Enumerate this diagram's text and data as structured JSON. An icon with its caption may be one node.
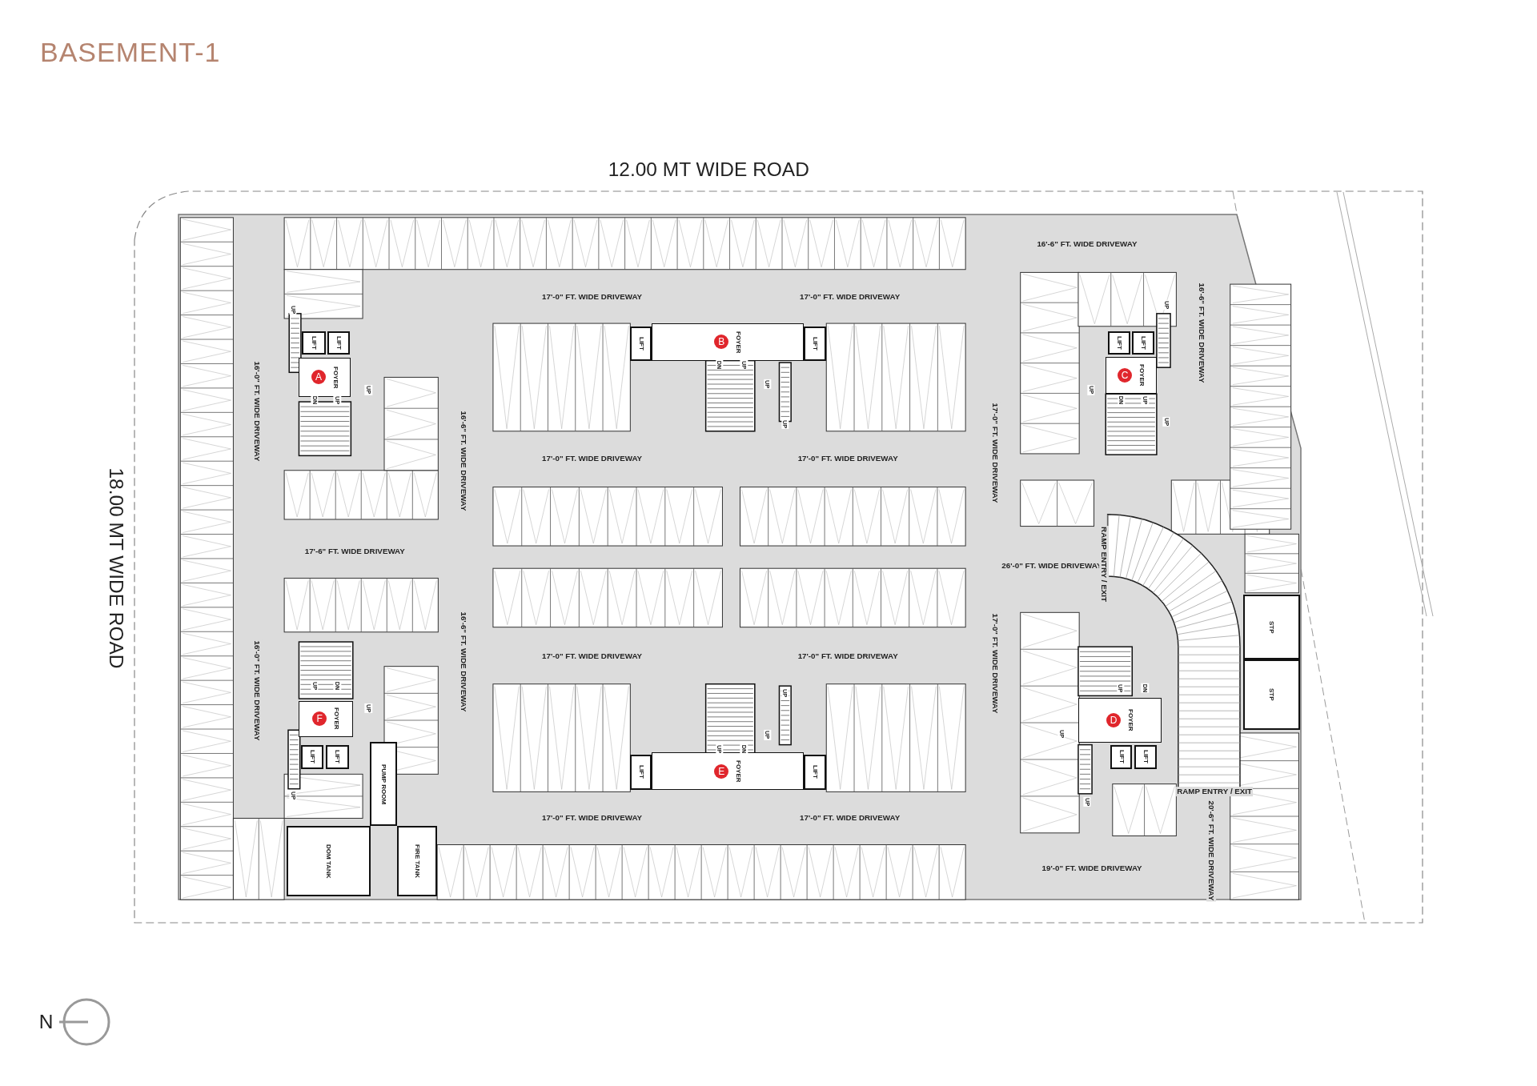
{
  "diagram": {
    "title": "BASEMENT-1",
    "nodes": [
      {
        "text": [
          "LIFT"
        ]
      },
      {
        "text": [
          "LIFT"
        ]
      },
      {
        "text": [
          "LIFT"
        ]
      },
      {
        "text": [
          "B",
          "FOYER"
        ]
      },
      {
        "text": [
          "LIFT"
        ]
      },
      {
        "text": [
          "LIFT"
        ]
      },
      {
        "text": [
          "LIFT"
        ]
      },
      {
        "text": [
          "A",
          "FOYER"
        ]
      },
      {
        "text": [
          "C",
          "FOYER"
        ]
      },
      {
        "text": [
          "STP"
        ]
      },
      {
        "text": [
          "STP"
        ]
      },
      {
        "text": [
          "D",
          "FOYER"
        ]
      },
      {
        "text": [
          "F",
          "FOYER"
        ]
      },
      {
        "text": [
          "PUMP ROOM"
        ]
      },
      {
        "text": [
          "LIFT"
        ]
      },
      {
        "text": [
          "LIFT"
        ]
      },
      {
        "text": [
          "LIFT"
        ]
      },
      {
        "text": [
          "LIFT"
        ]
      },
      {
        "text": [
          "LIFT"
        ]
      },
      {
        "text": [
          "E",
          "FOYER"
        ]
      },
      {
        "text": [
          "LIFT"
        ]
      },
      {
        "text": [
          "DOM TANK"
        ]
      },
      {
        "text": [
          "FIRE TANK"
        ]
      }
    ],
    "labels": [
      "12.00 MT WIDE ROAD",
      "18.00 MT WIDE ROAD",
      "16'-6\" FT. WIDE DRIVEWAY",
      "17'-0\" FT. WIDE DRIVEWAY",
      "17'-0\" FT. WIDE DRIVEWAY",
      "16'-6\" FT. WIDE DRIVEWAY",
      "16'-0\" FT. WIDE DRIVEWAY",
      "16'-6\" FT. WIDE DRIVEWAY",
      "17'-0\" FT. WIDE DRIVEWAY",
      "17'-0\" FT. WIDE DRIVEWAY",
      "17'-0\" FT. WIDE DRIVEWAY",
      "17'-6\" FT. WIDE DRIVEWAY",
      "26'-0\" FT. WIDE DRIVEWAY",
      "RAMP ENTRY / EXIT",
      "16'-0\" FT. WIDE DRIVEWAY",
      "16'-6\" FT. WIDE DRIVEWAY",
      "17'-0\" FT. WIDE DRIVEWAY",
      "17'-0\" FT. WIDE DRIVEWAY",
      "17'-0\" FT. WIDE DRIVEWAY",
      "RAMP ENTRY / EXIT",
      "20'-6\" FT. WIDE DRIVEWAY",
      "17'-0\" FT. WIDE DRIVEWAY",
      "17'-0\" FT. WIDE DRIVEWAY",
      "19'-0\" FT. WIDE DRIVEWAY",
      "UP",
      "UP",
      "DN",
      "UP",
      "DN",
      "UP",
      "UP",
      "UP",
      "UP",
      "UP",
      "DN",
      "UP",
      "UP",
      "UP",
      "DN",
      "UP",
      "UP",
      "UP",
      "UP",
      "UP",
      "DN",
      "UP",
      "DN",
      "UP",
      "UP",
      "N"
    ]
  }
}
